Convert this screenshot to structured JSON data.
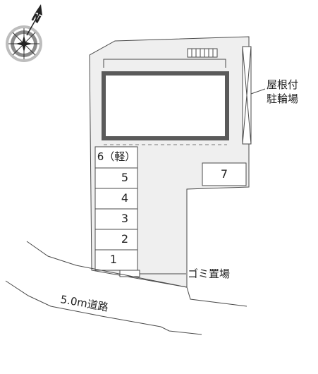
{
  "compass": {
    "north_label": "N",
    "icon": "compass-rose-icon"
  },
  "parking": {
    "slots": [
      "6（軽）",
      "5",
      "4",
      "3",
      "2",
      "1"
    ],
    "extra_slot": "7"
  },
  "labels": {
    "bike_parking_line1": "屋根付",
    "bike_parking_line2": "駐輪場",
    "garbage": "ゴミ置場",
    "road": "5.0m道路"
  },
  "colors": {
    "lot_fill": "#efefef",
    "outline": "#4a4a4a",
    "building_frame": "#5a5a5a",
    "background": "#ffffff"
  }
}
